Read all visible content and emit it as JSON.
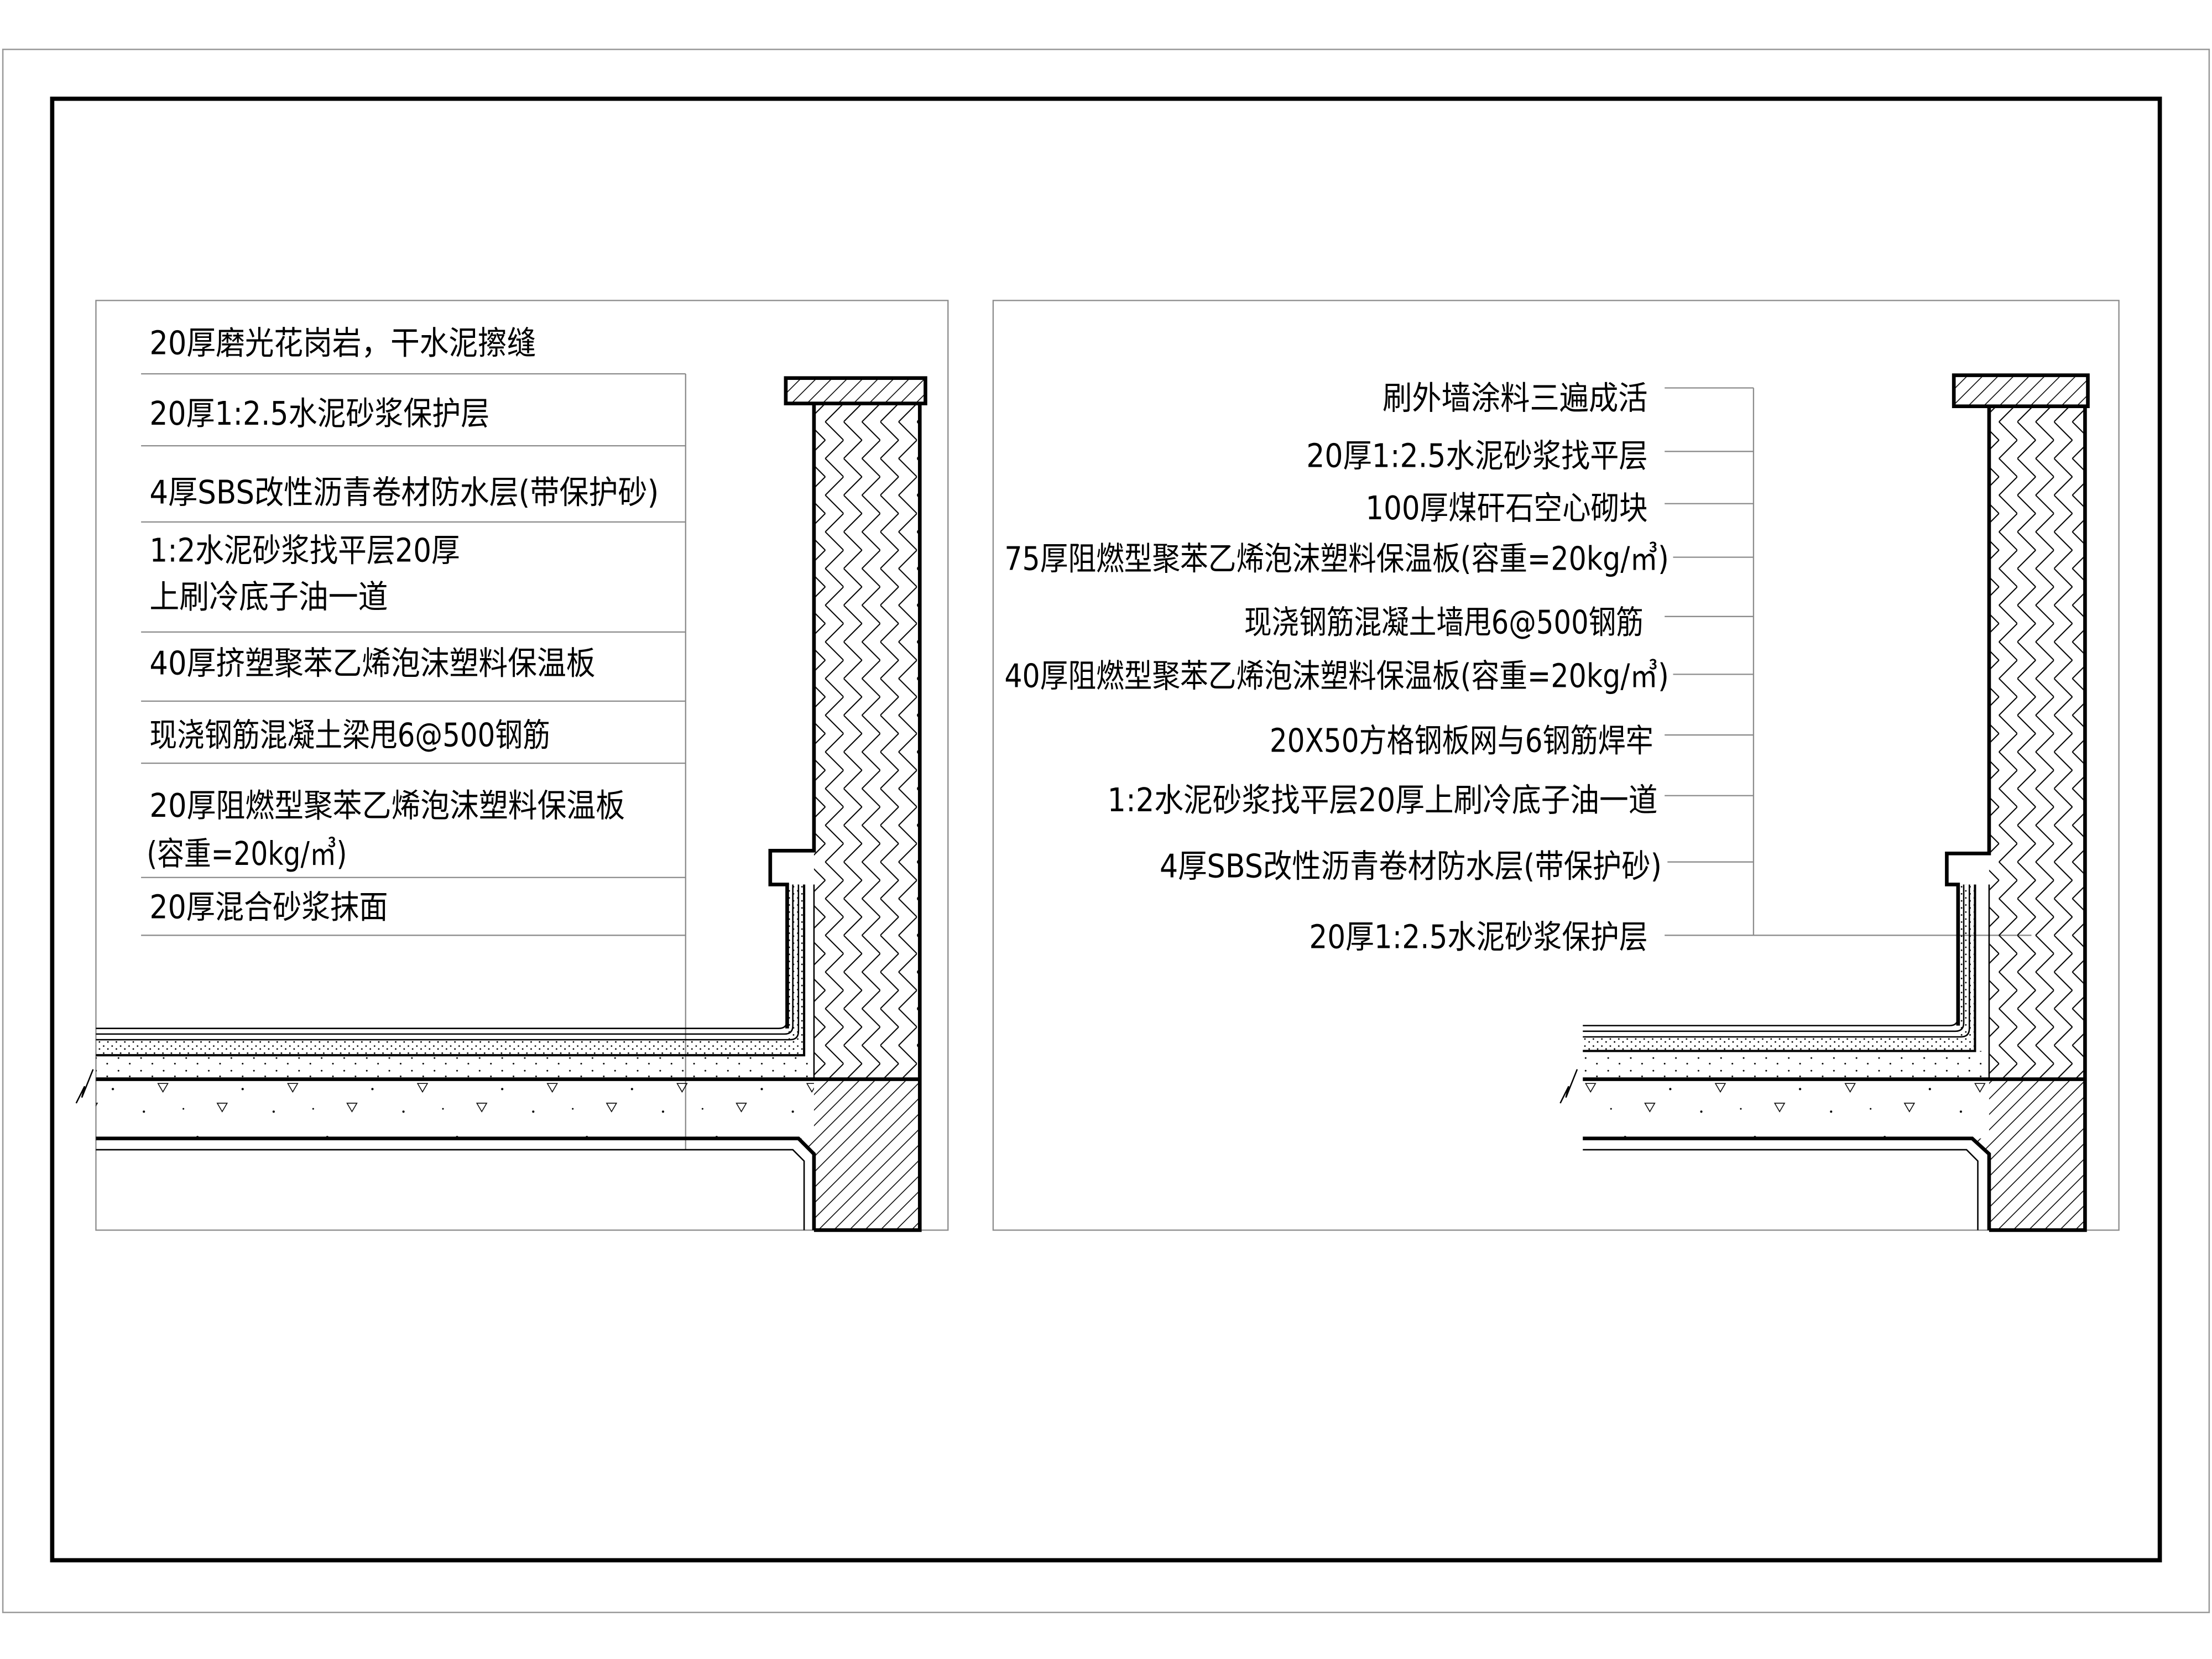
{
  "drawing": {
    "left_detail": {
      "labels": [
        {
          "lines": [
            "20厚磨光花岗岩，干水泥擦缝"
          ]
        },
        {
          "lines": [
            "20厚1:2.5水泥砂浆保护层"
          ]
        },
        {
          "lines": [
            "4厚SBS改性沥青卷材防水层(带保护砂)"
          ]
        },
        {
          "lines": [
            "1:2水泥砂浆找平层20厚",
            "上刷冷底子油一道"
          ]
        },
        {
          "lines": [
            "40厚挤塑聚苯乙烯泡沫塑料保温板"
          ]
        },
        {
          "lines": [
            "现浇钢筋混凝土梁甩6@500钢筋"
          ]
        },
        {
          "lines": [
            "20厚阻燃型聚苯乙烯泡沫塑料保温板",
            "(容重=20kg/㎥)"
          ]
        },
        {
          "lines": [
            "20厚混合砂浆抹面"
          ]
        }
      ]
    },
    "right_detail": {
      "labels": [
        {
          "lines": [
            "刷外墙涂料三遍成活"
          ]
        },
        {
          "lines": [
            "20厚1:2.5水泥砂浆找平层"
          ]
        },
        {
          "lines": [
            "100厚煤矸石空心砌块"
          ]
        },
        {
          "lines": [
            "75厚阻燃型聚苯乙烯泡沫塑料保温板(容重=20kg/㎥)"
          ]
        },
        {
          "lines": [
            "现浇钢筋混凝土墙甩6@500钢筋"
          ]
        },
        {
          "lines": [
            "40厚阻燃型聚苯乙烯泡沫塑料保温板(容重=20kg/㎥)"
          ]
        },
        {
          "lines": [
            "20X50方格钢板网与6钢筋焊牢"
          ]
        },
        {
          "lines": [
            "1:2水泥砂浆找平层20厚上刷冷底子油一道"
          ]
        },
        {
          "lines": [
            "4厚SBS改性沥青卷材防水层(带保护砂)"
          ]
        },
        {
          "lines": [
            "20厚1:2.5水泥砂浆保护层"
          ]
        }
      ]
    }
  },
  "colors": {
    "ink": "#000000",
    "guide_line": "#8c8c8c",
    "paper": "#ffffff"
  }
}
